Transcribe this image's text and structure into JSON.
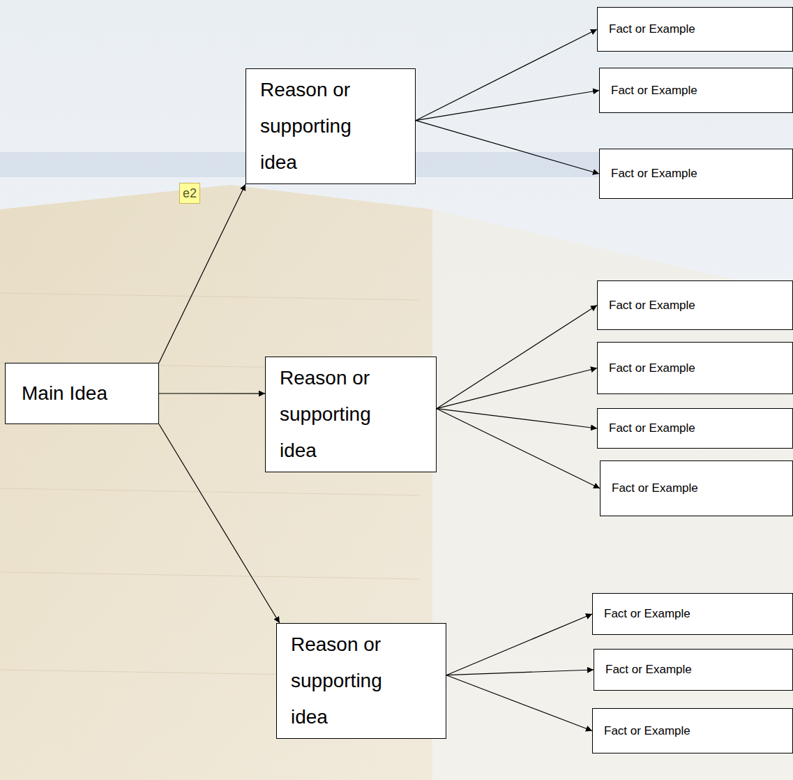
{
  "diagram": {
    "nodes": [
      {
        "text": [
          "Main Idea"
        ]
      },
      {
        "text": [
          "Reason or supporting idea"
        ]
      },
      {
        "text": [
          "Fact or Example"
        ]
      },
      {
        "text": [
          "Fact or Example"
        ]
      },
      {
        "text": [
          "Fact or Example"
        ]
      },
      {
        "text": [
          "Reason or supporting idea"
        ]
      },
      {
        "text": [
          "Fact or Example"
        ]
      },
      {
        "text": [
          "Fact or Example"
        ]
      },
      {
        "text": [
          "Fact or Example"
        ]
      },
      {
        "text": [
          "Fact or Example"
        ]
      },
      {
        "text": [
          "Reason or supporting idea"
        ]
      },
      {
        "text": [
          "Fact or Example"
        ]
      },
      {
        "text": [
          "Fact or Example"
        ]
      },
      {
        "text": [
          "Fact or Example"
        ]
      }
    ],
    "edges": [
      {
        "from": 0,
        "to": 1,
        "arrow": "to"
      },
      {
        "from": 0,
        "to": 5,
        "arrow": "to"
      },
      {
        "from": 0,
        "to": 10,
        "arrow": "to"
      },
      {
        "from": 1,
        "to": 2,
        "arrow": "to"
      },
      {
        "from": 1,
        "to": 3,
        "arrow": "to"
      },
      {
        "from": 1,
        "to": 4,
        "arrow": "to"
      },
      {
        "from": 5,
        "to": 6,
        "arrow": "to"
      },
      {
        "from": 5,
        "to": 7,
        "arrow": "to"
      },
      {
        "from": 5,
        "to": 8,
        "arrow": "to"
      },
      {
        "from": 5,
        "to": 9,
        "arrow": "to"
      },
      {
        "from": 10,
        "to": 11,
        "arrow": "to"
      },
      {
        "from": 10,
        "to": 12,
        "arrow": "to"
      },
      {
        "from": 10,
        "to": 13,
        "arrow": "to"
      }
    ],
    "labels": [
      "e2"
    ]
  }
}
